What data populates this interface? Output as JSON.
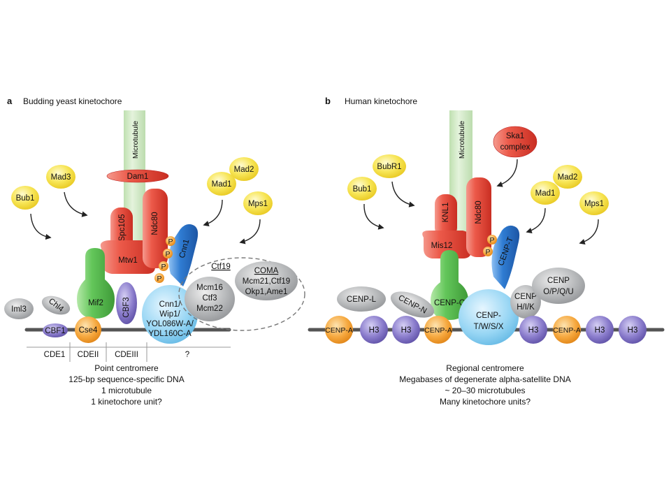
{
  "panel_a": {
    "letter": "a",
    "title": "Budding yeast kinetochore",
    "microtubule": "Microtubule",
    "checkpoint": {
      "bub1": "Bub1",
      "mad3": "Mad3",
      "mad2": "Mad2",
      "mad1": "Mad1",
      "mps1": "Mps1"
    },
    "proteins": {
      "dam1": "Dam1",
      "spc105": "Spc105",
      "ndc80": "Ndc80",
      "mtw1": "Mtw1",
      "cnn1": "Cnn1",
      "mif2": "Mif2",
      "cbf3": "CBF3",
      "cse4": "Cse4",
      "cbf1": "CBF1",
      "chl4": "Chl4",
      "iml3": "Iml3",
      "cnn1_wip1_l1": "Cnn1/",
      "cnn1_wip1_l2": "Wip1/",
      "cnn1_wip1_l3": "YOL086W-A/",
      "cnn1_wip1_l4": "YDL160C-A",
      "mcm16_l1": "Mcm16",
      "mcm16_l2": "Ctf3",
      "mcm16_l3": "Mcm22",
      "ctf19": "Ctf19",
      "coma_title": "COMA",
      "coma_l1": "Mcm21,Ctf19",
      "coma_l2": "Okp1,Ame1"
    },
    "phospho": "P",
    "dna_elements": [
      "CDE1",
      "CDEII",
      "CDEIII",
      "?"
    ],
    "caption": [
      "Point centromere",
      "125-bp sequence-specific DNA",
      "1 microtubule",
      "1 kinetochore unit?"
    ]
  },
  "panel_b": {
    "letter": "b",
    "title": "Human kinetochore",
    "microtubule": "Microtubule",
    "checkpoint": {
      "bub1": "Bub1",
      "bubr1": "BubR1",
      "mad2": "Mad2",
      "mad1": "Mad1",
      "mps1": "Mps1"
    },
    "proteins": {
      "ska1_l1": "Ska1",
      "ska1_l2": "complex",
      "knl1": "KNL1",
      "ndc80": "Ndc80",
      "mis12": "Mis12",
      "cenp_t": "CENP-T",
      "cenp_c": "CENP-C",
      "cenp_l": "CENP-L",
      "cenp_n": "CENP-N",
      "cenp_twsx_l1": "CENP-",
      "cenp_twsx_l2": "T/W/S/X",
      "cenp_hik_l1": "CENP",
      "cenp_hik_l2": "H/I/K",
      "cenp_opqu_l1": "CENP",
      "cenp_opqu_l2": "O/P/Q/U"
    },
    "phospho": "P",
    "nucleosomes": [
      "CENP-A",
      "H3",
      "H3",
      "CENP-A",
      "H3",
      "CENP-A",
      "H3",
      "H3"
    ],
    "caption": [
      "Regional centromere",
      "Megabases of degenerate alpha-satellite DNA",
      "~ 20–30 microtubules",
      "Many kinetochore units?"
    ]
  },
  "colors": {
    "yellow": "#f6e04a",
    "red": "#e8463a",
    "green": "#5fbf5a",
    "blue": "#2a72c8",
    "light_blue": "#8ed0f0",
    "orange": "#f5a23a",
    "purple": "#7a6cc0",
    "grey": "#a8aaad",
    "microtubule": "#cfe6c2",
    "dna": "#555555"
  }
}
